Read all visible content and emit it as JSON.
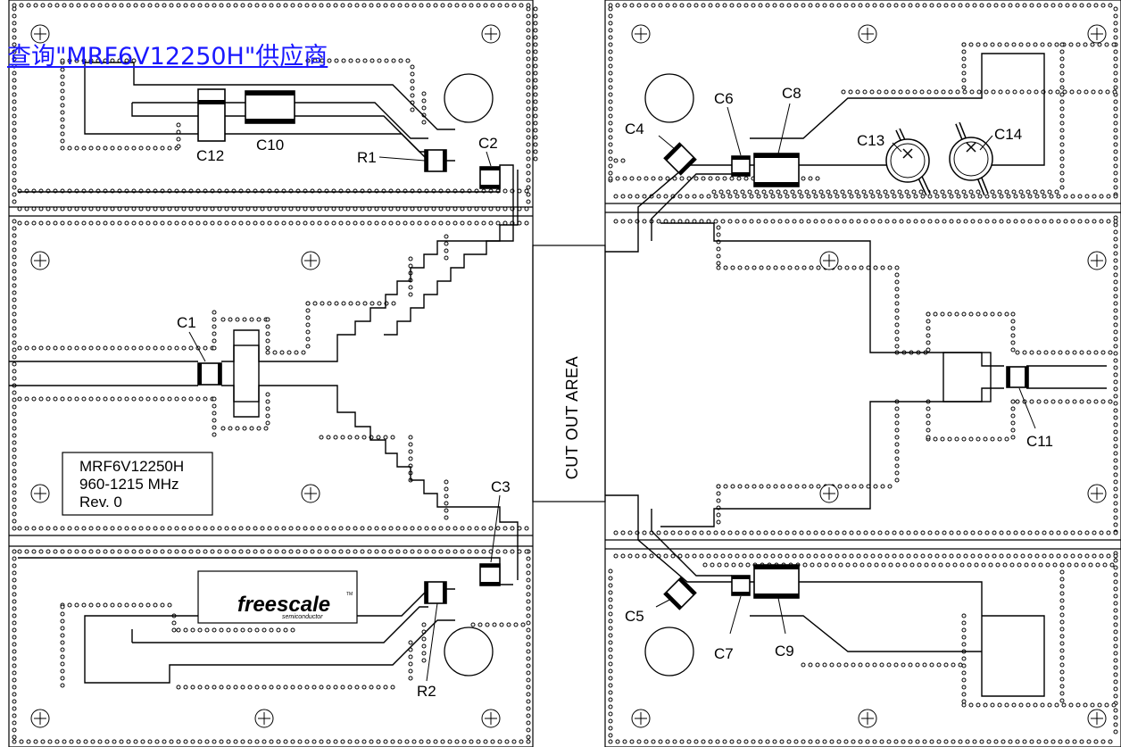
{
  "link": {
    "text": "查询\"MRF6V12250H\"供应商"
  },
  "info_box": {
    "lines": [
      "MRF6V12250H",
      "960-1215 MHz",
      "Rev. 0"
    ]
  },
  "cutout": {
    "label": "CUT OUT AREA"
  },
  "logo": {
    "name": "freescale",
    "tm": "TM",
    "sub": "semiconductor"
  },
  "labels": {
    "c1": "C1",
    "c2": "C2",
    "c3": "C3",
    "c4": "C4",
    "c5": "C5",
    "c6": "C6",
    "c7": "C7",
    "c8": "C8",
    "c9": "C9",
    "c10": "C10",
    "c11": "C11",
    "c12": "C12",
    "c13": "C13",
    "c14": "C14",
    "r1": "R1",
    "r2": "R2"
  }
}
